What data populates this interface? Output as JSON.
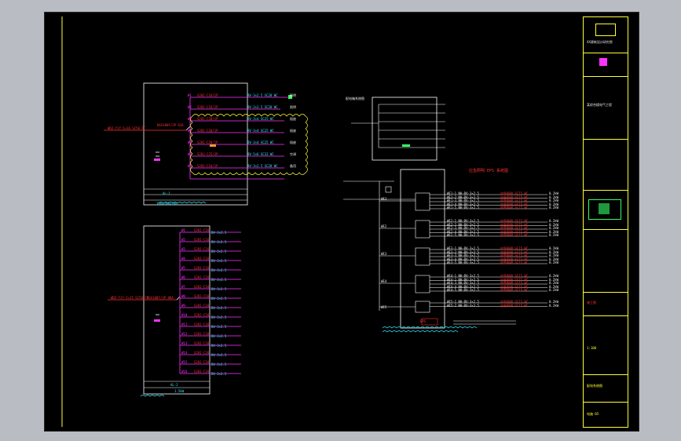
{
  "drawing": {
    "left_panel_top": {
      "panel_id": "AL-1",
      "panel_size": "300×700×200",
      "incoming": "WDZ-YJY-5×16 SC50 FC",
      "main_breaker": "NSX100F/3P 63A",
      "circuits": [
        {
          "id": "W1",
          "breaker": "S201-C16/1P",
          "cable": "BV-3×2.5 SC20 WC",
          "load": "照明"
        },
        {
          "id": "W2",
          "breaker": "S201-C16/1P",
          "cable": "BV-3×2.5 SC20 WC",
          "load": "照明"
        },
        {
          "id": "W3",
          "breaker": "S201-C20/1P",
          "cable": "BV-3×4 SC25 WC",
          "load": "插座"
        },
        {
          "id": "W4",
          "breaker": "S201-C20/1P",
          "cable": "BV-3×4 SC25 WC",
          "load": "插座"
        },
        {
          "id": "W5",
          "breaker": "S201-C20/1P",
          "cable": "BV-3×4 SC25 WC",
          "load": "插座"
        },
        {
          "id": "W6",
          "breaker": "S203-C25/3P",
          "cable": "BV-5×6 SC32 WC",
          "load": "空调"
        },
        {
          "id": "W7",
          "breaker": "S201-C16/1P",
          "cable": "BV-3×2.5 SC20 WC",
          "load": "备用"
        }
      ]
    },
    "left_panel_bottom": {
      "panel_id": "AL-2",
      "panel_size": "1.5kW",
      "incoming": "WDZ-YJY-5×25 SC50 FC",
      "main_breaker": "NSX100F/3P 80A",
      "circuits": [
        "W1",
        "W2",
        "W3",
        "W4",
        "W5",
        "W6",
        "W7",
        "W8",
        "W9",
        "W10",
        "W11",
        "W12",
        "W13",
        "W14",
        "W15",
        "W16"
      ]
    },
    "right_panel": {
      "title": "配电箱系统图",
      "note": "应急照明 EPS 系统图",
      "groups": [
        "WE1",
        "WE2",
        "WE3",
        "WE4",
        "WE5"
      ],
      "footer": "EPS"
    },
    "title_block": {
      "company": "XX建筑设计研究院",
      "project": "某综合楼电气工程",
      "drawing_name": "配电系统图",
      "drawing_no": "电施-05",
      "stage": "施工图",
      "scale": "1:100"
    }
  }
}
